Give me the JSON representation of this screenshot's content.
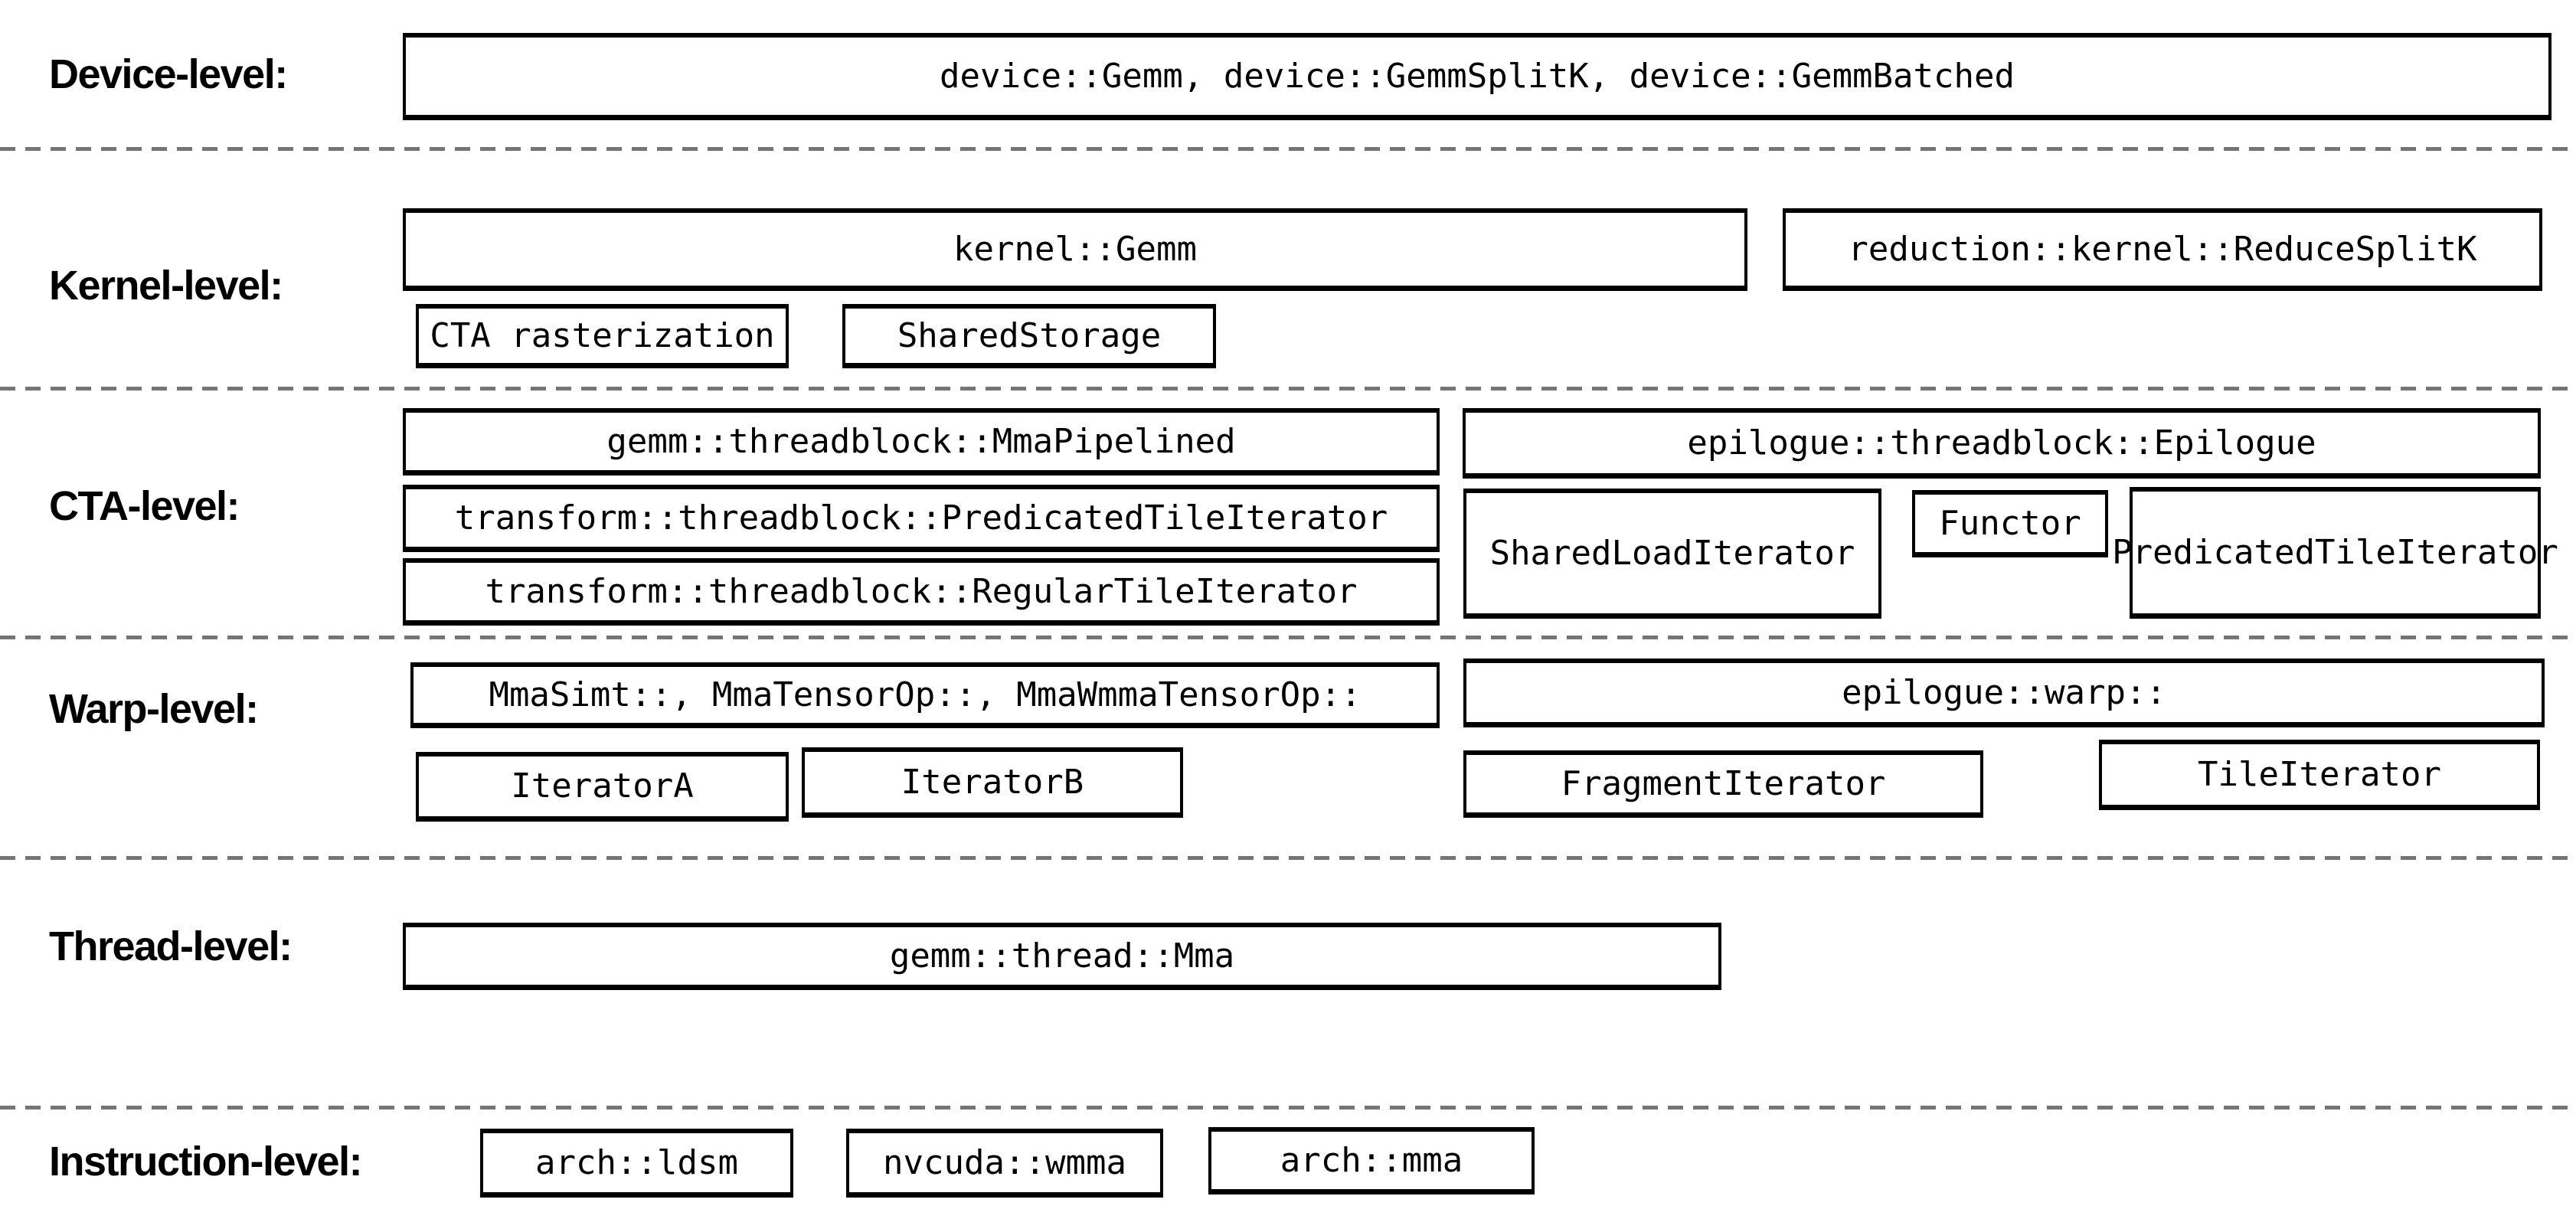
{
  "colors": {
    "background": "#ffffff",
    "box_border": "#000000",
    "text": "#000000",
    "separator_dash": "#757575"
  },
  "levels": {
    "device": {
      "label": "Device-level:",
      "main_box": "device::Gemm, device::GemmSplitK, device::GemmBatched"
    },
    "kernel": {
      "label": "Kernel-level:",
      "gemm_box": "kernel::Gemm",
      "reduce_box": "reduction::kernel::ReduceSplitK",
      "cta_raster_box": "CTA rasterization",
      "shared_storage_box": "SharedStorage"
    },
    "cta": {
      "label": "CTA-level:",
      "mma_pipelined_box": "gemm::threadblock::MmaPipelined",
      "predicated_tile_iterator_box": "transform::threadblock::PredicatedTileIterator",
      "regular_tile_iterator_box": "transform::threadblock::RegularTileIterator",
      "epilogue_box": "epilogue::threadblock::Epilogue",
      "shared_load_iterator_box": "SharedLoadIterator",
      "functor_box": "Functor",
      "epilogue_predicated_tile_iterator_box": "PredicatedTileIterator"
    },
    "warp": {
      "label": "Warp-level:",
      "mma_box": "MmaSimt::, MmaTensorOp::, MmaWmmaTensorOp::",
      "iterator_a_box": "IteratorA",
      "iterator_b_box": "IteratorB",
      "epilogue_warp_box": "epilogue::warp::",
      "fragment_iterator_box": "FragmentIterator",
      "tile_iterator_box": "TileIterator"
    },
    "thread": {
      "label": "Thread-level:",
      "mma_box": "gemm::thread::Mma"
    },
    "instruction": {
      "label": "Instruction-level:",
      "ldsm_box": "arch::ldsm",
      "wmma_box": "nvcuda::wmma",
      "mma_box": "arch::mma"
    }
  }
}
